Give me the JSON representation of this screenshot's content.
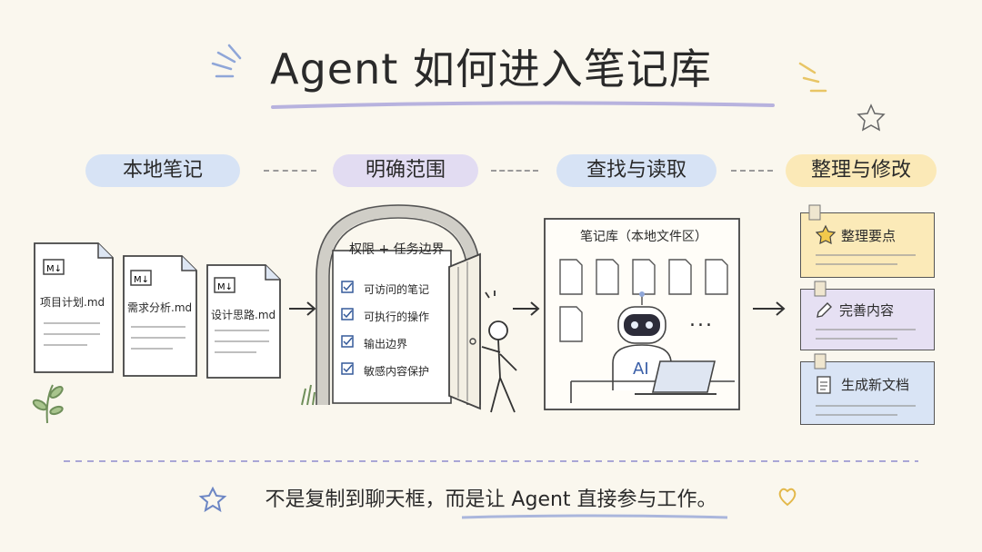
{
  "title": "Agent 如何进入笔记库",
  "steps": [
    {
      "label": "本地笔记",
      "color": "#d7e3f5"
    },
    {
      "label": "明确范围",
      "color": "#e2dcf2"
    },
    {
      "label": "查找与读取",
      "color": "#d7e3f5"
    },
    {
      "label": "整理与修改",
      "color": "#fbe9b7"
    }
  ],
  "local_notes": {
    "badge": "M↓",
    "files": [
      "项目计划.md",
      "需求分析.md",
      "设计思路.md"
    ]
  },
  "scope": {
    "heading": "权限 + 任务边界",
    "items": [
      "可访问的笔记",
      "可执行的操作",
      "输出边界",
      "敏感内容保护"
    ]
  },
  "library": {
    "title": "笔记库（本地文件区）",
    "ellipsis": "...",
    "robot_badge": "AI"
  },
  "cards": [
    {
      "label": "整理要点",
      "icon": "star-icon",
      "color": "#fbeab8"
    },
    {
      "label": "完善内容",
      "icon": "pencil-icon",
      "color": "#e6e0f3"
    },
    {
      "label": "生成新文档",
      "icon": "document-icon",
      "color": "#d9e4f5"
    }
  ],
  "footer": "不是复制到聊天框，而是让 Agent 直接参与工作。"
}
